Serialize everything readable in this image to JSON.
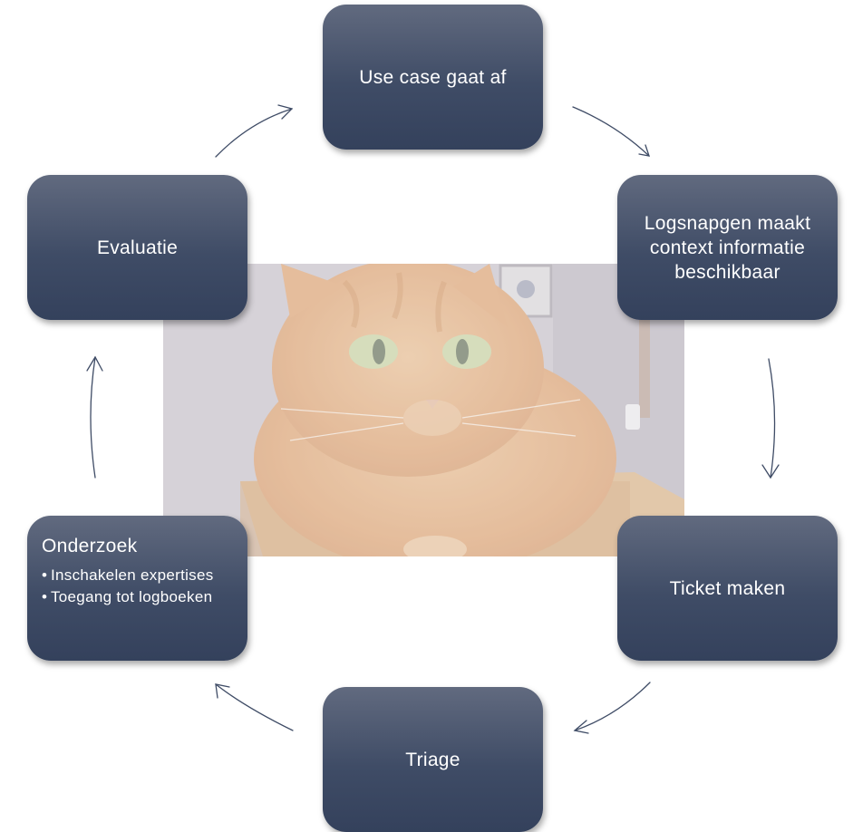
{
  "cycle": {
    "steps": [
      {
        "label": "Use case gaat af"
      },
      {
        "label": "Logsnapgen maakt context informatie beschikbaar"
      },
      {
        "label": "Ticket maken"
      },
      {
        "label": "Triage"
      },
      {
        "label": "Onderzoek",
        "bullets": [
          "Inschakelen expertises",
          "Toegang tot logboeken"
        ]
      },
      {
        "label": "Evaluatie"
      }
    ]
  },
  "photo": {
    "subject": "cat-photo"
  },
  "colors": {
    "box_top": "#616a7f",
    "box_bottom": "#34415c",
    "arrow": "#3f4c66",
    "text": "#ffffff"
  }
}
